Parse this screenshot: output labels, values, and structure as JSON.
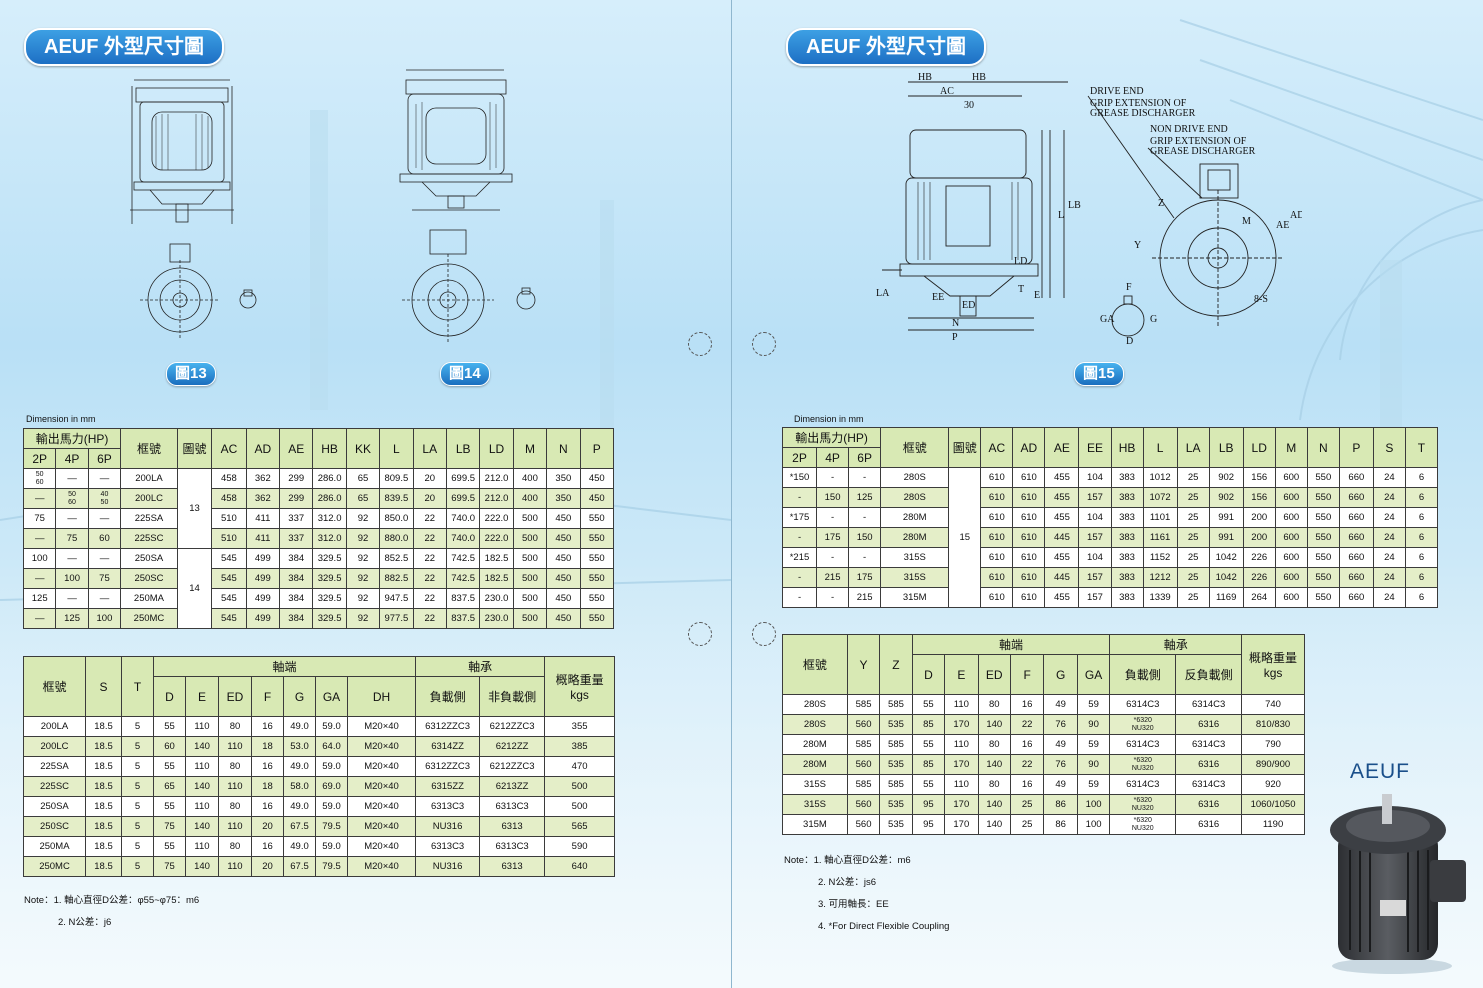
{
  "left": {
    "title": "AEUF 外型尺寸圖",
    "fig13": "圖13",
    "fig14": "圖14",
    "dim_label": "Dimension  in  mm",
    "table1": {
      "hp_header": "輸出馬力(HP)",
      "hp_sub": [
        "2P",
        "4P",
        "6P"
      ],
      "frame_header": "框號",
      "fig_header": "圖號",
      "cols": [
        "AC",
        "AD",
        "AE",
        "HB",
        "KK",
        "L",
        "LA",
        "LB",
        "LD",
        "M",
        "N",
        "P"
      ],
      "rows": [
        {
          "p2": "50\n60",
          "p4": "—",
          "p6": "—",
          "frame": "200LA",
          "vals": [
            "458",
            "362",
            "299",
            "286.0",
            "65",
            "809.5",
            "20",
            "699.5",
            "212.0",
            "400",
            "350",
            "450"
          ]
        },
        {
          "p2": "—",
          "p4": "50\n60",
          "p6": "40\n50",
          "frame": "200LC",
          "vals": [
            "458",
            "362",
            "299",
            "286.0",
            "65",
            "839.5",
            "20",
            "699.5",
            "212.0",
            "400",
            "350",
            "450"
          ]
        },
        {
          "p2": "75",
          "p4": "—",
          "p6": "—",
          "frame": "225SA",
          "vals": [
            "510",
            "411",
            "337",
            "312.0",
            "92",
            "850.0",
            "22",
            "740.0",
            "222.0",
            "500",
            "450",
            "550"
          ]
        },
        {
          "p2": "—",
          "p4": "75",
          "p6": "60",
          "frame": "225SC",
          "vals": [
            "510",
            "411",
            "337",
            "312.0",
            "92",
            "880.0",
            "22",
            "740.0",
            "222.0",
            "500",
            "450",
            "550"
          ]
        },
        {
          "p2": "100",
          "p4": "—",
          "p6": "—",
          "frame": "250SA",
          "vals": [
            "545",
            "499",
            "384",
            "329.5",
            "92",
            "852.5",
            "22",
            "742.5",
            "182.5",
            "500",
            "450",
            "550"
          ]
        },
        {
          "p2": "—",
          "p4": "100",
          "p6": "75",
          "frame": "250SC",
          "vals": [
            "545",
            "499",
            "384",
            "329.5",
            "92",
            "882.5",
            "22",
            "742.5",
            "182.5",
            "500",
            "450",
            "550"
          ]
        },
        {
          "p2": "125",
          "p4": "—",
          "p6": "—",
          "frame": "250MA",
          "vals": [
            "545",
            "499",
            "384",
            "329.5",
            "92",
            "947.5",
            "22",
            "837.5",
            "230.0",
            "500",
            "450",
            "550"
          ]
        },
        {
          "p2": "—",
          "p4": "125",
          "p6": "100",
          "frame": "250MC",
          "vals": [
            "545",
            "499",
            "384",
            "329.5",
            "92",
            "977.5",
            "22",
            "837.5",
            "230.0",
            "500",
            "450",
            "550"
          ]
        }
      ],
      "fig_groups": [
        "13",
        "14"
      ]
    },
    "table2": {
      "frame_header": "框號",
      "s_header": "S",
      "t_header": "T",
      "shaft_header": "軸端",
      "shaft_cols": [
        "D",
        "E",
        "ED",
        "F",
        "G",
        "GA",
        "DH"
      ],
      "bearing_header": "軸承",
      "bearing_cols": [
        "負載側",
        "非負載側"
      ],
      "weight_header": "概略重量",
      "weight_unit": "kgs",
      "rows": [
        [
          "200LA",
          "18.5",
          "5",
          "55",
          "110",
          "80",
          "16",
          "49.0",
          "59.0",
          "M20×40",
          "6312ZZC3",
          "6212ZZC3",
          "355"
        ],
        [
          "200LC",
          "18.5",
          "5",
          "60",
          "140",
          "110",
          "18",
          "53.0",
          "64.0",
          "M20×40",
          "6314ZZ",
          "6212ZZ",
          "385"
        ],
        [
          "225SA",
          "18.5",
          "5",
          "55",
          "110",
          "80",
          "16",
          "49.0",
          "59.0",
          "M20×40",
          "6312ZZC3",
          "6212ZZC3",
          "470"
        ],
        [
          "225SC",
          "18.5",
          "5",
          "65",
          "140",
          "110",
          "18",
          "58.0",
          "69.0",
          "M20×40",
          "6315ZZ",
          "6213ZZ",
          "500"
        ],
        [
          "250SA",
          "18.5",
          "5",
          "55",
          "110",
          "80",
          "16",
          "49.0",
          "59.0",
          "M20×40",
          "6313C3",
          "6313C3",
          "500"
        ],
        [
          "250SC",
          "18.5",
          "5",
          "75",
          "140",
          "110",
          "20",
          "67.5",
          "79.5",
          "M20×40",
          "NU316",
          "6313",
          "565"
        ],
        [
          "250MA",
          "18.5",
          "5",
          "55",
          "110",
          "80",
          "16",
          "49.0",
          "59.0",
          "M20×40",
          "6313C3",
          "6313C3",
          "590"
        ],
        [
          "250MC",
          "18.5",
          "5",
          "75",
          "140",
          "110",
          "20",
          "67.5",
          "79.5",
          "M20×40",
          "NU316",
          "6313",
          "640"
        ]
      ]
    },
    "notes": [
      "Note：1. 軸心直徑D公差：φ55~φ75：m6",
      "2. N公差：j6"
    ]
  },
  "right": {
    "title": "AEUF 外型尺寸圖",
    "fig15": "圖15",
    "dim_label": "Dimension  in  mm",
    "drawing_labels": {
      "drive_end": "DRIVE END",
      "grip1a": "GRIP EXTENSION OF",
      "grip1b": "GREASE DISCHARGER",
      "non_drive_end": "NON DRIVE END",
      "grip2a": "GRIP EXTENSION OF",
      "grip2b": "GREASE DISCHARGER",
      "hb1": "HB",
      "hb2": "HB",
      "ac": "AC",
      "thirty": "30",
      "lb": "LB",
      "l": "L",
      "ld": "LD",
      "t": "T",
      "e": "E",
      "la": "LA",
      "ee": "EE",
      "ed": "ED",
      "n": "N",
      "p": "P",
      "ae": "AE",
      "ad": "AD",
      "m": "M",
      "eight_s": "8-S",
      "y": "Y",
      "z": "Z",
      "f": "F",
      "ga": "GA",
      "g": "G",
      "d": "D"
    },
    "table3": {
      "hp_header": "輸出馬力(HP)",
      "hp_sub": [
        "2P",
        "4P",
        "6P"
      ],
      "frame_header": "框號",
      "fig_header": "圖號",
      "fig_value": "15",
      "cols": [
        "AC",
        "AD",
        "AE",
        "EE",
        "HB",
        "L",
        "LA",
        "LB",
        "LD",
        "M",
        "N",
        "P",
        "S",
        "T"
      ],
      "rows": [
        {
          "p2": "*150",
          "p4": "-",
          "p6": "-",
          "frame": "280S",
          "vals": [
            "610",
            "610",
            "455",
            "104",
            "383",
            "1012",
            "25",
            "902",
            "156",
            "600",
            "550",
            "660",
            "24",
            "6"
          ]
        },
        {
          "p2": "-",
          "p4": "150",
          "p6": "125",
          "frame": "280S",
          "vals": [
            "610",
            "610",
            "455",
            "157",
            "383",
            "1072",
            "25",
            "902",
            "156",
            "600",
            "550",
            "660",
            "24",
            "6"
          ]
        },
        {
          "p2": "*175",
          "p4": "-",
          "p6": "-",
          "frame": "280M",
          "vals": [
            "610",
            "610",
            "455",
            "104",
            "383",
            "1101",
            "25",
            "991",
            "200",
            "600",
            "550",
            "660",
            "24",
            "6"
          ]
        },
        {
          "p2": "-",
          "p4": "175",
          "p6": "150",
          "frame": "280M",
          "vals": [
            "610",
            "610",
            "445",
            "157",
            "383",
            "1161",
            "25",
            "991",
            "200",
            "600",
            "550",
            "660",
            "24",
            "6"
          ]
        },
        {
          "p2": "*215",
          "p4": "-",
          "p6": "-",
          "frame": "315S",
          "vals": [
            "610",
            "610",
            "455",
            "104",
            "383",
            "1152",
            "25",
            "1042",
            "226",
            "600",
            "550",
            "660",
            "24",
            "6"
          ]
        },
        {
          "p2": "-",
          "p4": "215",
          "p6": "175",
          "frame": "315S",
          "vals": [
            "610",
            "610",
            "445",
            "157",
            "383",
            "1212",
            "25",
            "1042",
            "226",
            "600",
            "550",
            "660",
            "24",
            "6"
          ]
        },
        {
          "p2": "-",
          "p4": "-",
          "p6": "215",
          "frame": "315M",
          "vals": [
            "610",
            "610",
            "455",
            "157",
            "383",
            "1339",
            "25",
            "1169",
            "264",
            "600",
            "550",
            "660",
            "24",
            "6"
          ]
        }
      ]
    },
    "table4": {
      "frame_header": "框號",
      "y_header": "Y",
      "z_header": "Z",
      "shaft_header": "軸端",
      "shaft_cols": [
        "D",
        "E",
        "ED",
        "F",
        "G",
        "GA"
      ],
      "bearing_header": "軸承",
      "bearing_cols": [
        "負載側",
        "反負載側"
      ],
      "weight_header": "概略重量",
      "weight_unit": "kgs",
      "rows": [
        [
          "280S",
          "585",
          "585",
          "55",
          "110",
          "80",
          "16",
          "49",
          "59",
          "6314C3",
          "6314C3",
          "740"
        ],
        [
          "280S",
          "560",
          "535",
          "85",
          "170",
          "140",
          "22",
          "76",
          "90",
          "*6320\nNU320",
          "6316",
          "810/830"
        ],
        [
          "280M",
          "585",
          "585",
          "55",
          "110",
          "80",
          "16",
          "49",
          "59",
          "6314C3",
          "6314C3",
          "790"
        ],
        [
          "280M",
          "560",
          "535",
          "85",
          "170",
          "140",
          "22",
          "76",
          "90",
          "*6320\nNU320",
          "6316",
          "890/900"
        ],
        [
          "315S",
          "585",
          "585",
          "55",
          "110",
          "80",
          "16",
          "49",
          "59",
          "6314C3",
          "6314C3",
          "920"
        ],
        [
          "315S",
          "560",
          "535",
          "95",
          "170",
          "140",
          "25",
          "86",
          "100",
          "*6320\nNU320",
          "6316",
          "1060/1050"
        ],
        [
          "315M",
          "560",
          "535",
          "95",
          "170",
          "140",
          "25",
          "86",
          "100",
          "*6320\nNU320",
          "6316",
          "1190"
        ]
      ]
    },
    "notes": [
      "Note：1. 軸心直徑D公差：m6",
      "2. N公差：js6",
      "3. 可用軸長：EE",
      "4. *For Direct Flexible Coupling"
    ],
    "product_label": "AEUF"
  },
  "colors": {
    "header_bg": "#d8e9b4",
    "alt_row": "#e4eec8",
    "pill": "#1d6fc4",
    "page_bg": "#c9e7f8"
  }
}
